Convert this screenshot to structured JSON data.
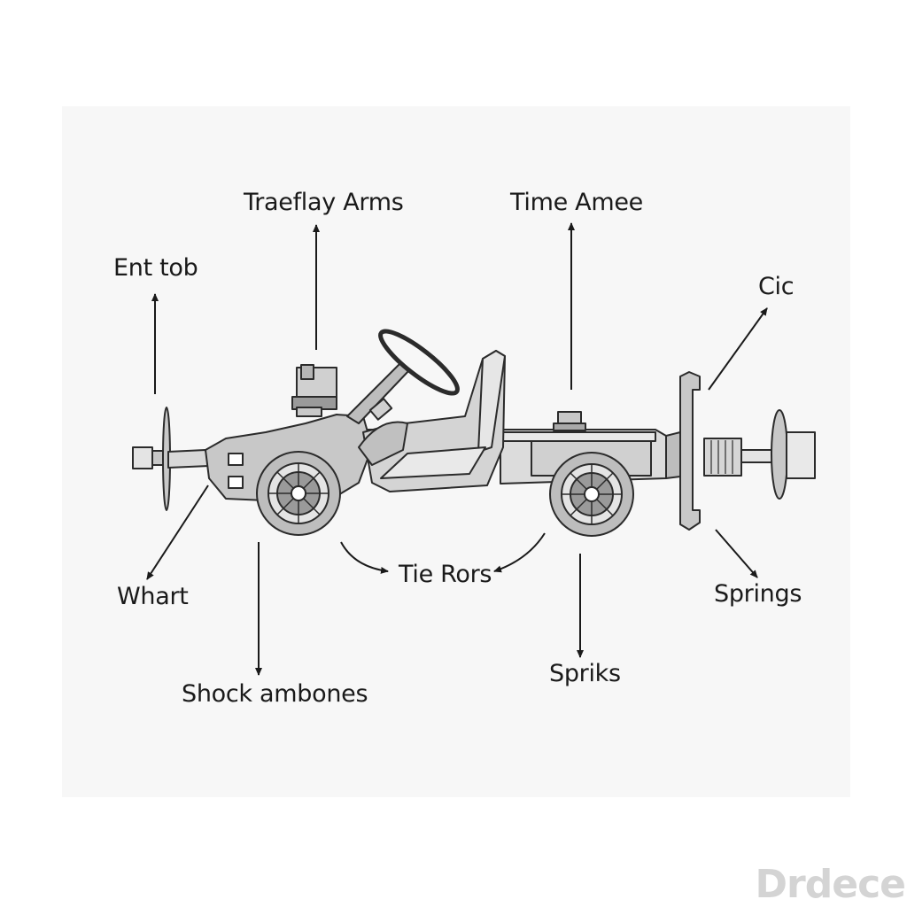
{
  "labels": {
    "traeflay_arms": "Traeflay Arms",
    "time_amee": "Time Amee",
    "ent_tob": "Ent tob",
    "cic": "Cic",
    "whart": "Whart",
    "tie_rors": "Tie Rors",
    "springs": "Springs",
    "spriks": "Spriks",
    "shock_ambones": "Shock ambones"
  },
  "watermark": "Drdece",
  "colors": {
    "ink": "#1a1a1a",
    "body_fill": "#c8c8c8",
    "body_light": "#e4e4e4",
    "body_dark": "#9a9a9a",
    "outline": "#2b2b2b",
    "background": "#ffffff",
    "panel": "#f7f7f7"
  }
}
